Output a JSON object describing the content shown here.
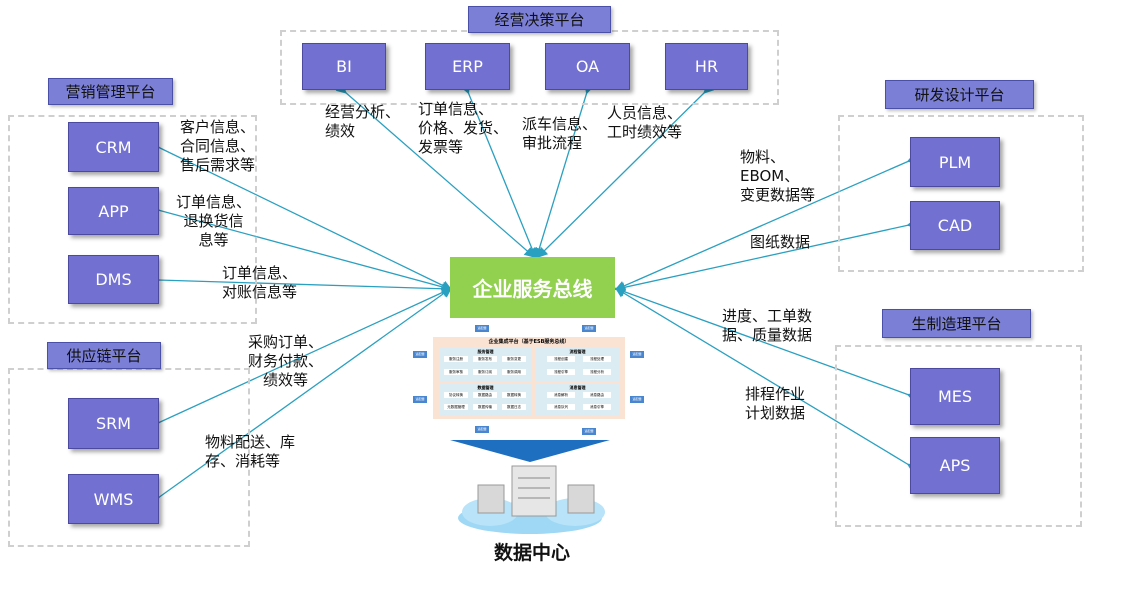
{
  "center": {
    "bus": "企业服务总线",
    "platform_title": "企业集成平台（基于ESB服务总线）",
    "adapter": "适配器",
    "panels": [
      {
        "title": "服务管理",
        "items": [
          "服务注册",
          "服务发布",
          "服务变更",
          "服务审核",
          "服务订阅",
          "服务调用"
        ]
      },
      {
        "title": "流程管理",
        "items": [
          "流程创建",
          "流程处理",
          "流程引擎",
          "流程分析"
        ]
      },
      {
        "title": "数据管理",
        "items": [
          "协议转换",
          "数据路由",
          "数据转换",
          "元数据管理",
          "数据传输",
          "数据日志"
        ]
      },
      {
        "title": "消息管理",
        "items": [
          "消息解析",
          "消息路由",
          "消息队列",
          "消息引擎"
        ]
      }
    ],
    "datacenter": "数据中心"
  },
  "groups": {
    "decision": {
      "title": "经营决策平台",
      "systems": [
        "BI",
        "ERP",
        "OA",
        "HR"
      ]
    },
    "marketing": {
      "title": "营销管理平台",
      "systems": [
        "CRM",
        "APP",
        "DMS"
      ]
    },
    "supply": {
      "title": "供应链平台",
      "systems": [
        "SRM",
        "WMS"
      ]
    },
    "rnd": {
      "title": "研发设计平台",
      "systems": [
        "PLM",
        "CAD"
      ]
    },
    "production": {
      "title": "生制造理平台",
      "systems": [
        "MES",
        "APS"
      ]
    }
  },
  "flows": {
    "bi": "经营分析、\n绩效",
    "erp": "订单信息、\n价格、发货、\n发票等",
    "oa": "派车信息、\n审批流程",
    "hr": "人员信息、\n工时绩效等",
    "crm": "客户信息、\n合同信息、\n售后需求等",
    "app": "订单信息、\n退换货信\n息等",
    "dms": "订单信息、\n对账信息等",
    "srm": "采购订单、\n财务付款、\n绩效等",
    "wms": "物料配送、库\n存、消耗等",
    "plm": "物料、\nEBOM、\n变更数据等",
    "cad": "图纸数据",
    "mes": "进度、工单数\n据、质量数据",
    "aps": "排程作业\n计划数据"
  },
  "colors": {
    "system": "#7270d0",
    "bus": "#92d050",
    "line": "#2aa0c0"
  }
}
